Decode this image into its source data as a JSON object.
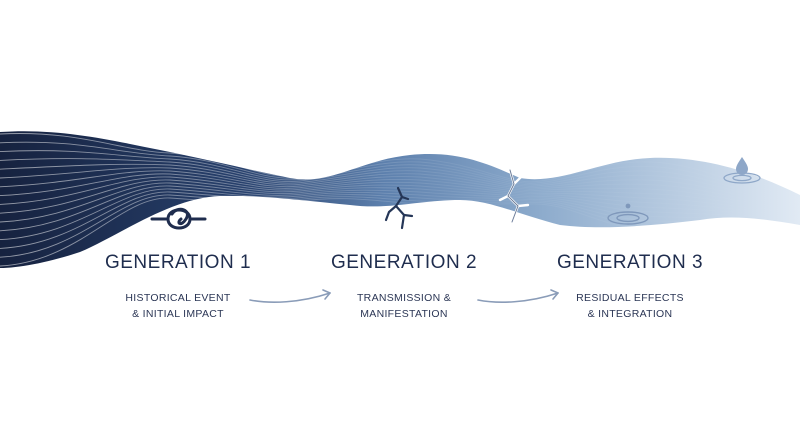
{
  "diagram": {
    "generations": [
      {
        "title": "GENERATION 1",
        "lines": [
          "HISTORICAL EVENT",
          "& INITIAL IMPACT"
        ],
        "icon": "knot-icon"
      },
      {
        "title": "GENERATION 2",
        "lines": [
          "TRANSMISSION &",
          "MANIFESTATION"
        ],
        "icon": "crack-icon"
      },
      {
        "title": "GENERATION 3",
        "lines": [
          "RESIDUAL EFFECTS",
          "& INTEGRATION"
        ],
        "icon": "water-ripple-icon"
      }
    ],
    "connectors": [
      "arrow-right-icon",
      "arrow-right-icon"
    ],
    "icons": [
      "droplet-icon"
    ],
    "colors": {
      "wave_dark": "#16223f",
      "wave_mid": "#4a6e9e",
      "wave_light": "#d6e2f0",
      "text": "#1f2d4e",
      "arrow": "#8a9cb8"
    }
  }
}
